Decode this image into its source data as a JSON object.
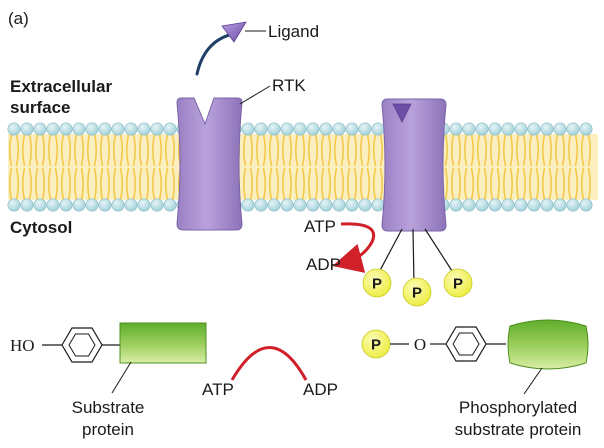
{
  "panel_label": "(a)",
  "region_labels": {
    "extracellular_line1": "Extracellular",
    "extracellular_line2": "surface",
    "cytosol": "Cytosol"
  },
  "labels": {
    "ligand": "Ligand",
    "rtk": "RTK",
    "atp_top": "ATP",
    "adp_top": "ADP",
    "phosphate": "P",
    "hydroxyl": "HO",
    "oxygen": "O",
    "atp_bottom": "ATP",
    "adp_bottom": "ADP",
    "substrate_line1": "Substrate",
    "substrate_line2": "protein",
    "phospho_line1": "Phosphorylated",
    "phospho_line2": "substrate protein"
  },
  "colors": {
    "receptor": "#a98fcf",
    "ligand": "#8e6bbf",
    "head": "#c2e0e6",
    "tail": "#f3c94a",
    "membrane_bg": "#fbefc0",
    "phosphate": "#f7f36a",
    "substrate": "#7dbf3a",
    "arrow": "#d0202a",
    "navy": "#1f3f66"
  }
}
